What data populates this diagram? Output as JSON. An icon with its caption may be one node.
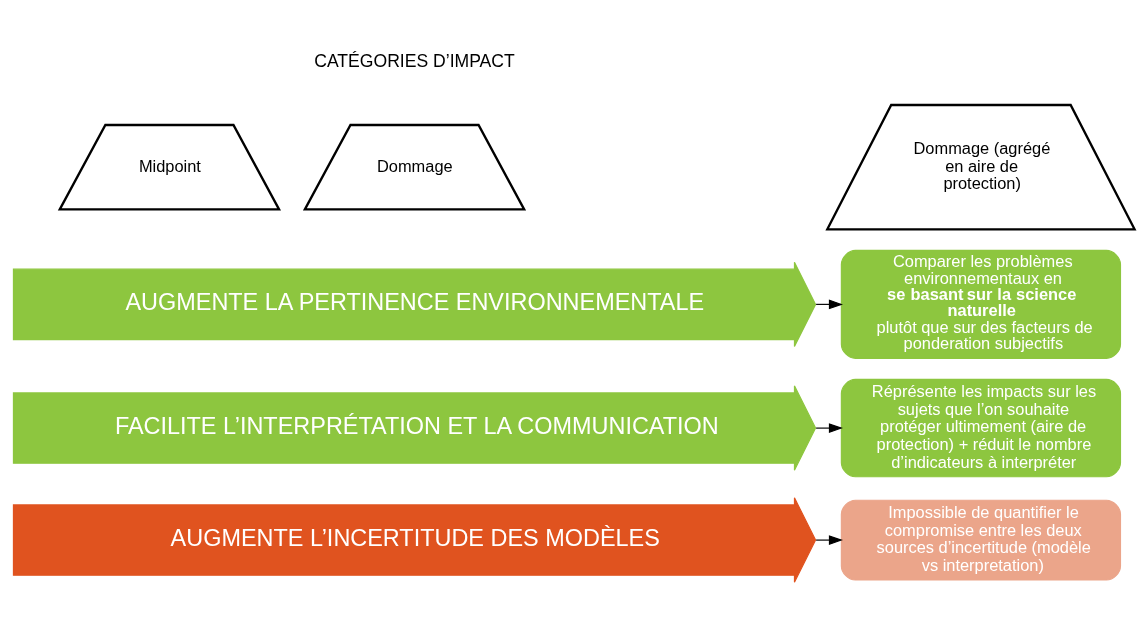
{
  "diagram": {
    "nodes": [
      {
        "text": [
          "Midpoint"
        ]
      },
      {
        "text": [
          "Dommage"
        ]
      },
      {
        "text": [
          "Dommage (agrégé en aire de protection)"
        ]
      },
      {
        "text": [
          "AUGMENTE LA PERTINENCE ENVIRONNEMENTALE"
        ]
      },
      {
        "text": [
          "Comparer les problèmes environnementaux en **se basant sur la science naturelle** plutôt que sur des facteurs de ponderation subjectifs"
        ]
      },
      {
        "text": [
          "FACILITE L’INTERPRÉTATION ET LA COMMUNICATION"
        ]
      },
      {
        "text": [
          "Réprésente les impacts sur les sujets que l’on souhaite protéger ultimement (aire de protection) + réduit le nombre d’indicateurs à interpréter"
        ]
      },
      {
        "text": [
          "AUGMENTE L’INCERTITUDE DES MODÈLES"
        ]
      },
      {
        "text": [
          "Impossible de quantifier le compromise entre les deux sources d’incertitude (modèle vs interpretation)"
        ]
      }
    ],
    "edges": [
      {
        "from": 3,
        "to": 4,
        "arrow": "to"
      },
      {
        "from": 5,
        "to": 6,
        "arrow": "to"
      },
      {
        "from": 7,
        "to": 8,
        "arrow": "to"
      }
    ],
    "labels": [
      "CATÉGORIES D’IMPACT"
    ]
  }
}
